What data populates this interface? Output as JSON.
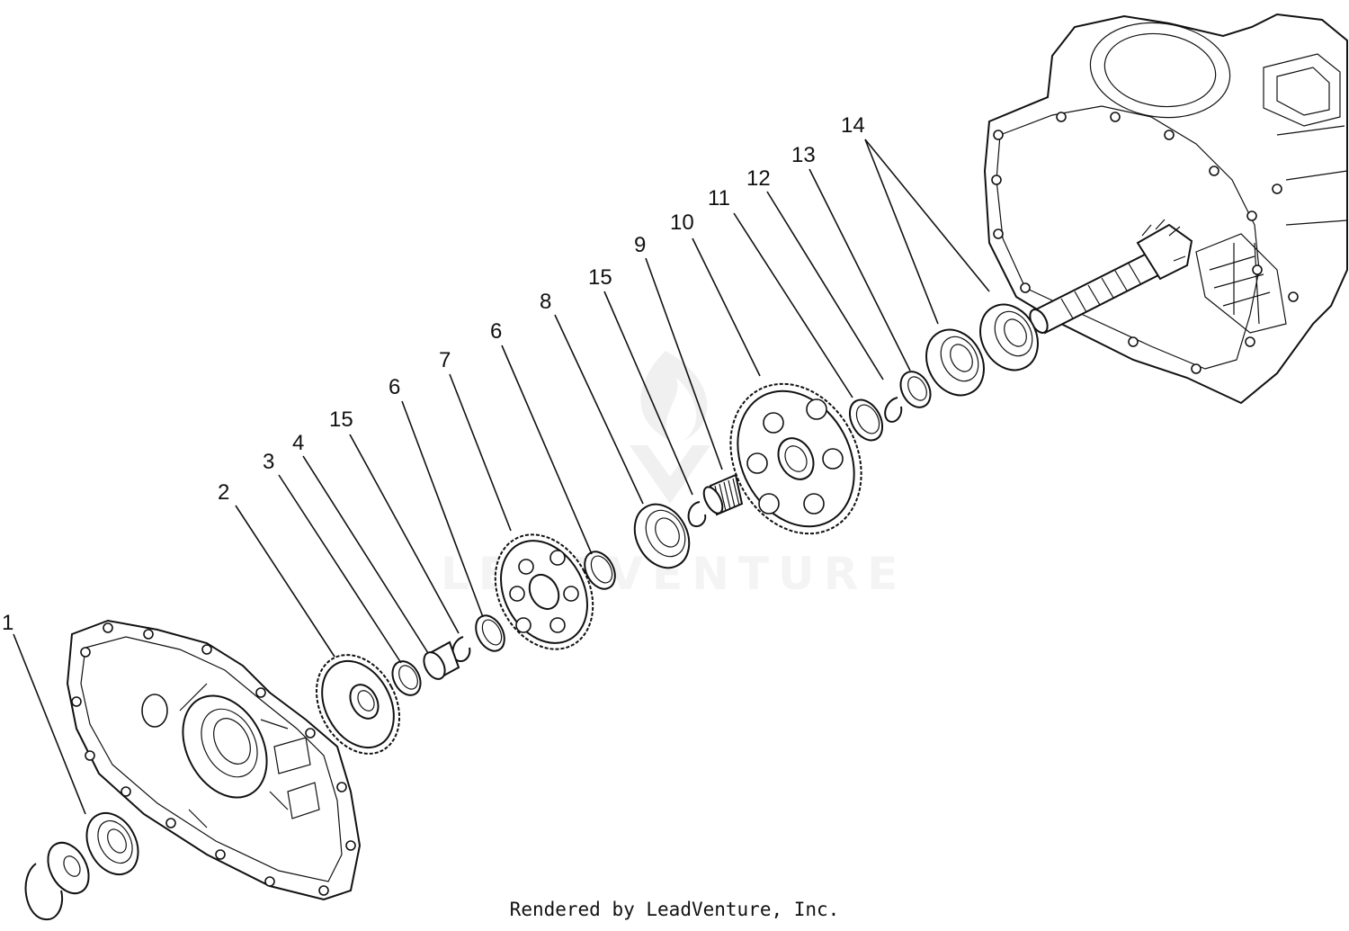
{
  "callouts": [
    {
      "label": "1"
    },
    {
      "label": "2"
    },
    {
      "label": "3"
    },
    {
      "label": "4"
    },
    {
      "label": "15"
    },
    {
      "label": "6"
    },
    {
      "label": "7"
    },
    {
      "label": "6"
    },
    {
      "label": "8"
    },
    {
      "label": "15"
    },
    {
      "label": "9"
    },
    {
      "label": "10"
    },
    {
      "label": "11"
    },
    {
      "label": "12"
    },
    {
      "label": "13"
    },
    {
      "label": "14"
    }
  ],
  "watermark": {
    "text": "LEADVENTURE"
  },
  "credit": {
    "text": "Rendered by LeadVenture, Inc."
  }
}
